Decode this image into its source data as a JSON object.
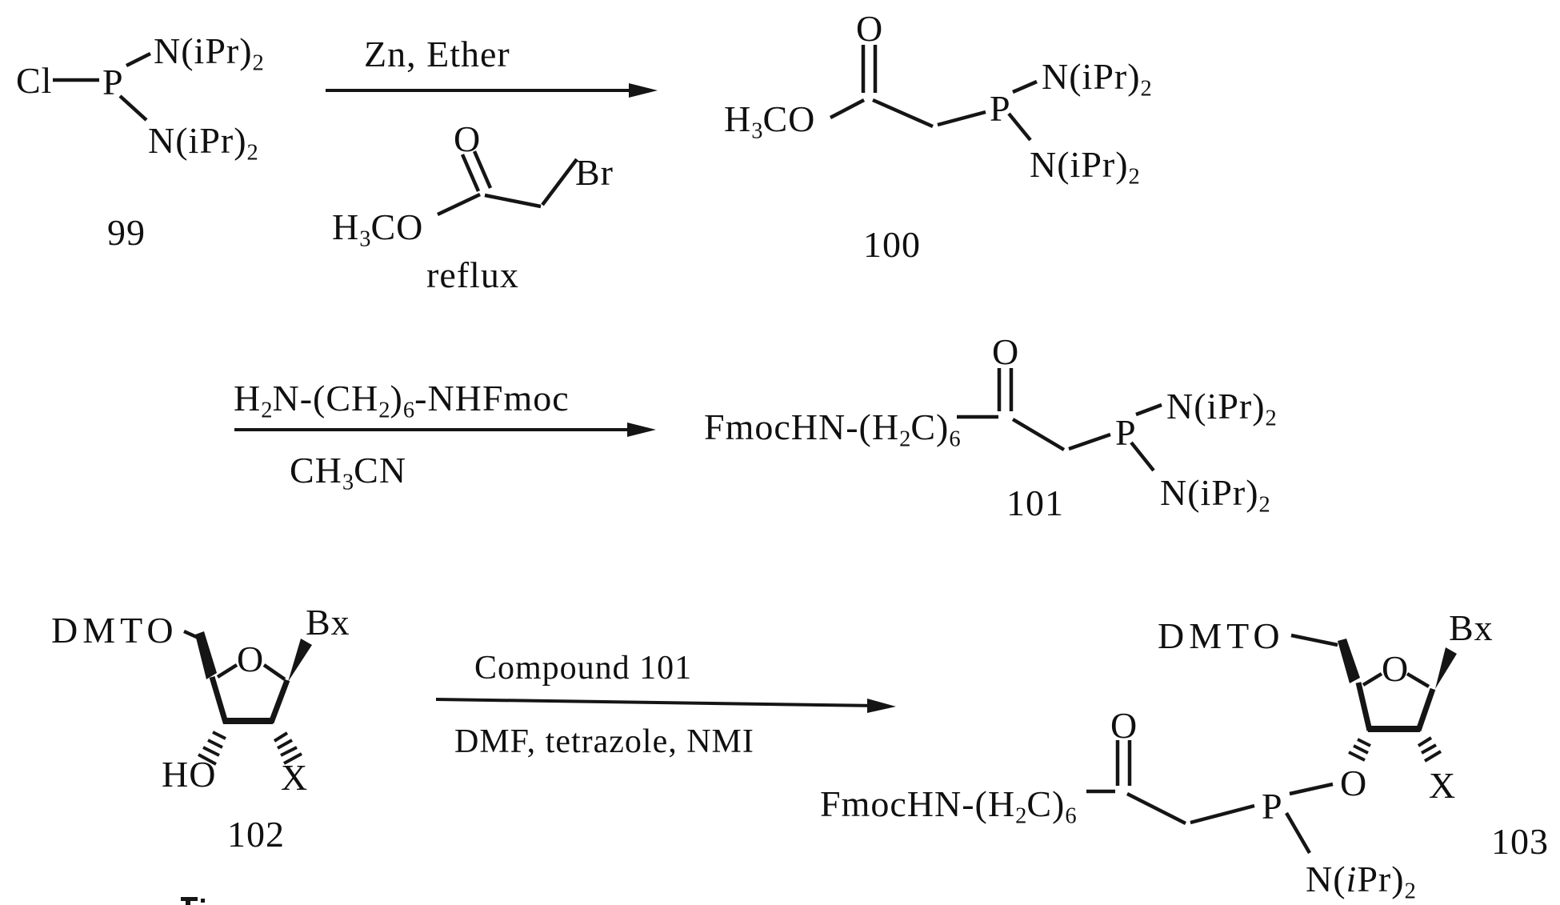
{
  "colors": {
    "background": "#ffffff",
    "ink": "#151515"
  },
  "scheme": {
    "step1": {
      "reactant99": {
        "cl": "Cl",
        "p": "P",
        "n_ipr2_upper": [
          [
            "N(iPr)"
          ],
          [
            "2",
            "s"
          ]
        ],
        "n_ipr2_lower": [
          [
            "N(iPr)"
          ],
          [
            "2",
            "s"
          ]
        ],
        "label": "99"
      },
      "conditions": {
        "above_arrow": "Zn, Ether",
        "below_note": "reflux"
      },
      "bromoacetate": {
        "methoxy": [
          [
            "H"
          ],
          [
            "3",
            "s"
          ],
          [
            "CO"
          ]
        ],
        "carbonyl_o": "O",
        "bromo": "Br"
      },
      "product100": {
        "methoxy": [
          [
            "H"
          ],
          [
            "3",
            "s"
          ],
          [
            "CO"
          ]
        ],
        "carbonyl_o": "O",
        "p": "P",
        "n_ipr2_upper": [
          [
            "N(iPr)"
          ],
          [
            "2",
            "s"
          ]
        ],
        "n_ipr2_lower": [
          [
            "N(iPr)"
          ],
          [
            "2",
            "s"
          ]
        ],
        "label": "100"
      }
    },
    "step2": {
      "conditions": {
        "above_arrow": [
          [
            "H"
          ],
          [
            "2",
            "s"
          ],
          [
            "N-(CH"
          ],
          [
            "2",
            "s"
          ],
          [
            ")"
          ],
          [
            "6",
            "s"
          ],
          [
            "-NHFmoc"
          ]
        ],
        "below_arrow": [
          [
            "CH"
          ],
          [
            "3",
            "s"
          ],
          [
            "CN"
          ]
        ]
      },
      "product101": {
        "chain": [
          [
            "FmocHN-(H"
          ],
          [
            "2",
            "s"
          ],
          [
            "C)"
          ],
          [
            "6",
            "s"
          ]
        ],
        "carbonyl_o": "O",
        "p": "P",
        "n_ipr2_upper": [
          [
            "N(iPr)"
          ],
          [
            "2",
            "s"
          ]
        ],
        "n_ipr2_lower": [
          [
            "N(iPr)"
          ],
          [
            "2",
            "s"
          ]
        ],
        "label": "101"
      }
    },
    "step3": {
      "reactant102": {
        "dmto": "DMTO",
        "ring_o": "O",
        "base": "Bx",
        "hydroxyl": "HO",
        "x_substituent": "X",
        "label": "102"
      },
      "conditions": {
        "above_arrow": "Compound 101",
        "below_arrow": "DMF, tetrazole, NMI"
      },
      "product103": {
        "dmto": "DMTO",
        "ring_o": "O",
        "base": "Bx",
        "x_substituent": "X",
        "chain": [
          [
            "FmocHN-(H"
          ],
          [
            "2",
            "s"
          ],
          [
            "C)"
          ],
          [
            "6",
            "s"
          ]
        ],
        "carbonyl_o": "O",
        "p": "P",
        "link_o": "O",
        "n_ipr2": [
          [
            "N("
          ],
          [
            "i",
            "i"
          ],
          [
            "Pr)"
          ],
          [
            "2",
            "s"
          ]
        ],
        "label": "103"
      }
    }
  }
}
